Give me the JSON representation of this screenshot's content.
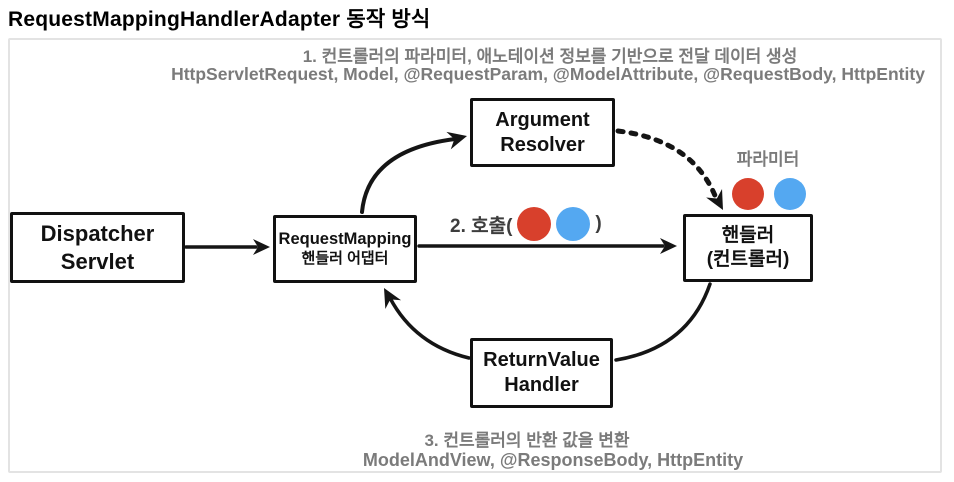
{
  "title": "RequestMappingHandlerAdapter 동작 방식",
  "colors": {
    "param_red": "#d8402c",
    "param_blue": "#54a8f1",
    "annotation_gray": "#7b7b7b",
    "frame_border": "#e3e3e3"
  },
  "annotations": {
    "step1_line1": "1. 컨트롤러의 파라미터, 애노테이션 정보를 기반으로 전달 데이터 생성",
    "step1_line2": "HttpServletRequest, Model, @RequestParam, @ModelAttribute, @RequestBody, HttpEntity",
    "step2_prefix": "2. 호출(",
    "step2_suffix": ")",
    "step3_line1": "3. 컨트롤러의 반환 값을 변환",
    "step3_line2": "ModelAndView, @ResponseBody, HttpEntity",
    "param_label": "파라미터"
  },
  "nodes": {
    "dispatcher_servlet": {
      "line1": "Dispatcher",
      "line2": "Servlet"
    },
    "handler_adapter": {
      "line1": "RequestMapping",
      "line2": "핸들러 어댑터"
    },
    "argument_resolver": {
      "line1": "Argument",
      "line2": "Resolver"
    },
    "handler": {
      "line1": "핸들러",
      "line2": "(컨트롤러)"
    },
    "return_value_handler": {
      "line1": "ReturnValue",
      "line2": "Handler"
    }
  }
}
